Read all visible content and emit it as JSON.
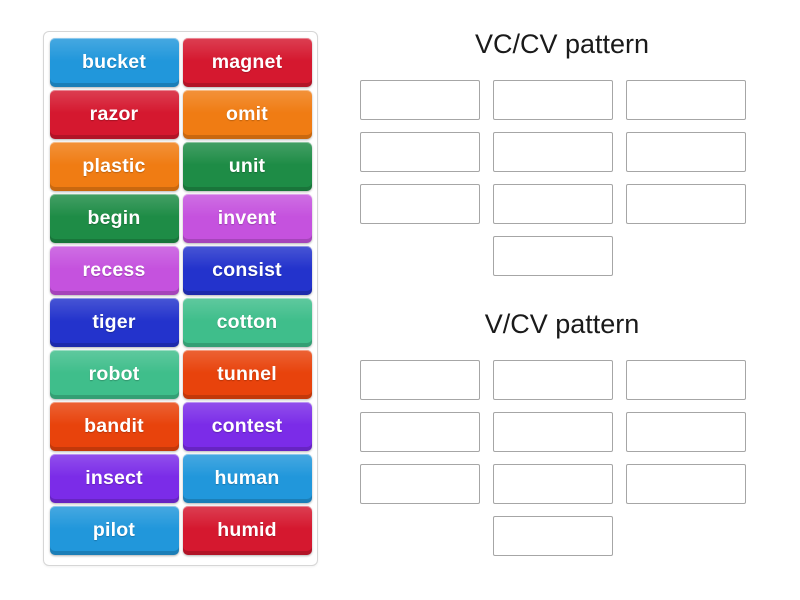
{
  "activity": {
    "type": "word-sort-drag-and-drop",
    "background_color": "#ffffff"
  },
  "word_tray": {
    "tiles": [
      {
        "label": "bucket",
        "color": "#2197DB",
        "text_color": "#ffffff"
      },
      {
        "label": "magnet",
        "color": "#D5182F",
        "text_color": "#ffffff"
      },
      {
        "label": "razor",
        "color": "#D5182F",
        "text_color": "#ffffff"
      },
      {
        "label": "omit",
        "color": "#F07C13",
        "text_color": "#ffffff"
      },
      {
        "label": "plastic",
        "color": "#F07C13",
        "text_color": "#ffffff"
      },
      {
        "label": "unit",
        "color": "#1E8C46",
        "text_color": "#ffffff"
      },
      {
        "label": "begin",
        "color": "#1E8C46",
        "text_color": "#ffffff"
      },
      {
        "label": "invent",
        "color": "#C552DE",
        "text_color": "#ffffff"
      },
      {
        "label": "recess",
        "color": "#C552DE",
        "text_color": "#ffffff"
      },
      {
        "label": "consist",
        "color": "#2333CC",
        "text_color": "#ffffff"
      },
      {
        "label": "tiger",
        "color": "#2333CC",
        "text_color": "#ffffff"
      },
      {
        "label": "cotton",
        "color": "#3FBE8B",
        "text_color": "#ffffff"
      },
      {
        "label": "robot",
        "color": "#3FBE8B",
        "text_color": "#ffffff"
      },
      {
        "label": "tunnel",
        "color": "#E8430C",
        "text_color": "#ffffff"
      },
      {
        "label": "bandit",
        "color": "#E8430C",
        "text_color": "#ffffff"
      },
      {
        "label": "contest",
        "color": "#7B2CE8",
        "text_color": "#ffffff"
      },
      {
        "label": "insect",
        "color": "#7B2CE8",
        "text_color": "#ffffff"
      },
      {
        "label": "human",
        "color": "#2197DB",
        "text_color": "#ffffff"
      },
      {
        "label": "pilot",
        "color": "#2197DB",
        "text_color": "#ffffff"
      },
      {
        "label": "humid",
        "color": "#D5182F",
        "text_color": "#ffffff"
      }
    ]
  },
  "panels": [
    {
      "id": "vccv",
      "heading": "VC/CV pattern",
      "dropzone_count": 10,
      "dropzones": [
        "",
        "",
        "",
        "",
        "",
        "",
        "",
        "",
        "",
        ""
      ]
    },
    {
      "id": "vcv",
      "heading": "V/CV pattern",
      "dropzone_count": 10,
      "dropzones": [
        "",
        "",
        "",
        "",
        "",
        "",
        "",
        "",
        "",
        ""
      ]
    }
  ]
}
